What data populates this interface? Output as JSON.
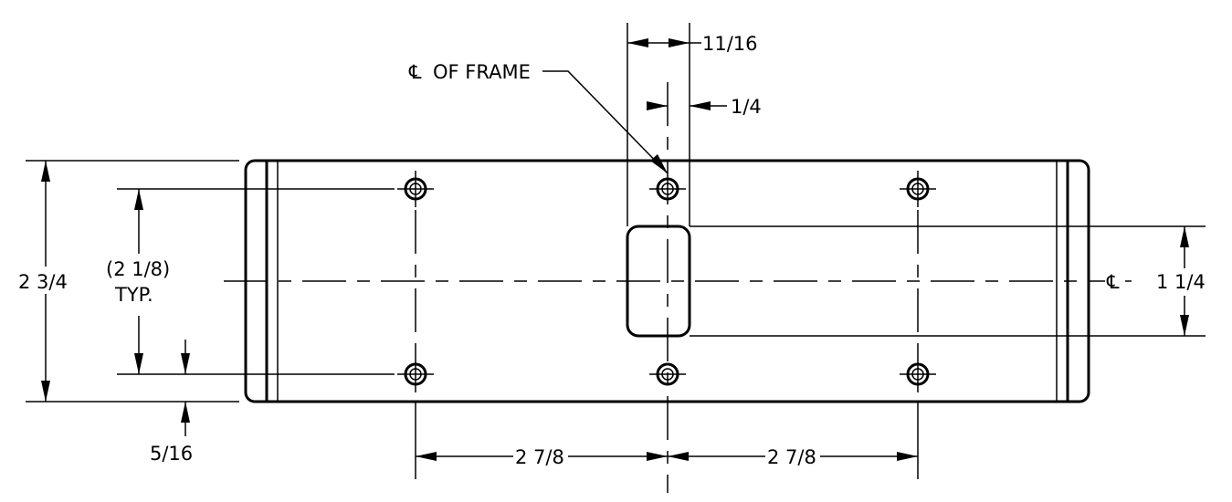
{
  "labels": {
    "frame_centerline_symbol": "℄",
    "frame_centerline_text": "OF FRAME",
    "dim_top_width": "11/16",
    "dim_top_small": "1/4",
    "dim_overall_height": "2 3/4",
    "dim_hole_spacing_vertical_line1": "(2 1/8)",
    "dim_hole_spacing_vertical_line2": "TYP.",
    "dim_edge_offset": "5/16",
    "dim_slot_height": "1 1/4",
    "centerline_symbol_right": "℄",
    "dim_horizontal_left": "2 7/8",
    "dim_horizontal_right": "2 7/8"
  }
}
